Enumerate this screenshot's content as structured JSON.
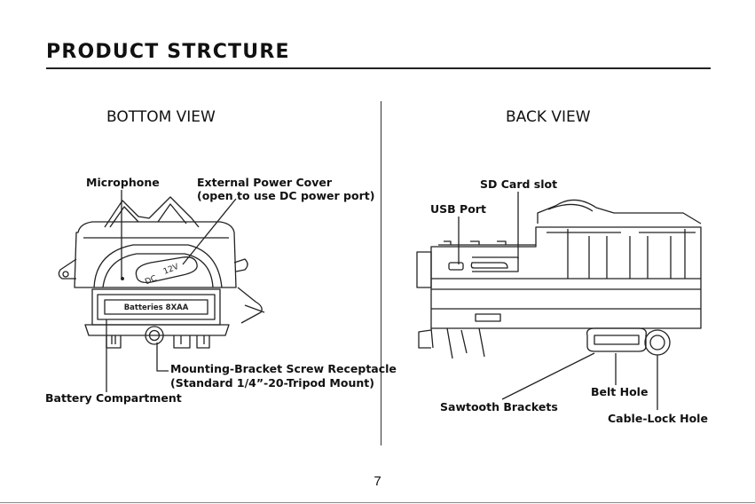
{
  "header": {
    "title": "PRODUCT  STRCTURE"
  },
  "bottom_view": {
    "title": "BOTTOM VIEW",
    "labels": {
      "microphone": "Microphone",
      "external_power_cover_line1": "External Power Cover",
      "external_power_cover_line2": "(open to use DC power port)",
      "mounting_line1": "Mounting-Bracket Screw Receptacle",
      "mounting_line2": "(Standard 1/4”-20-Tripod Mount)",
      "battery_compartment": "Battery Compartment"
    },
    "device_text": {
      "dc": "DC",
      "voltage": "12V",
      "batteries": "Batteries  8XAA"
    }
  },
  "back_view": {
    "title": "BACK VIEW",
    "labels": {
      "sd_card_slot": "SD Card slot",
      "usb_port": "USB Port",
      "sawtooth_brackets": "Sawtooth Brackets",
      "belt_hole": "Belt Hole",
      "cable_lock_hole": "Cable-Lock Hole"
    }
  },
  "footer": {
    "page_number": "7"
  }
}
